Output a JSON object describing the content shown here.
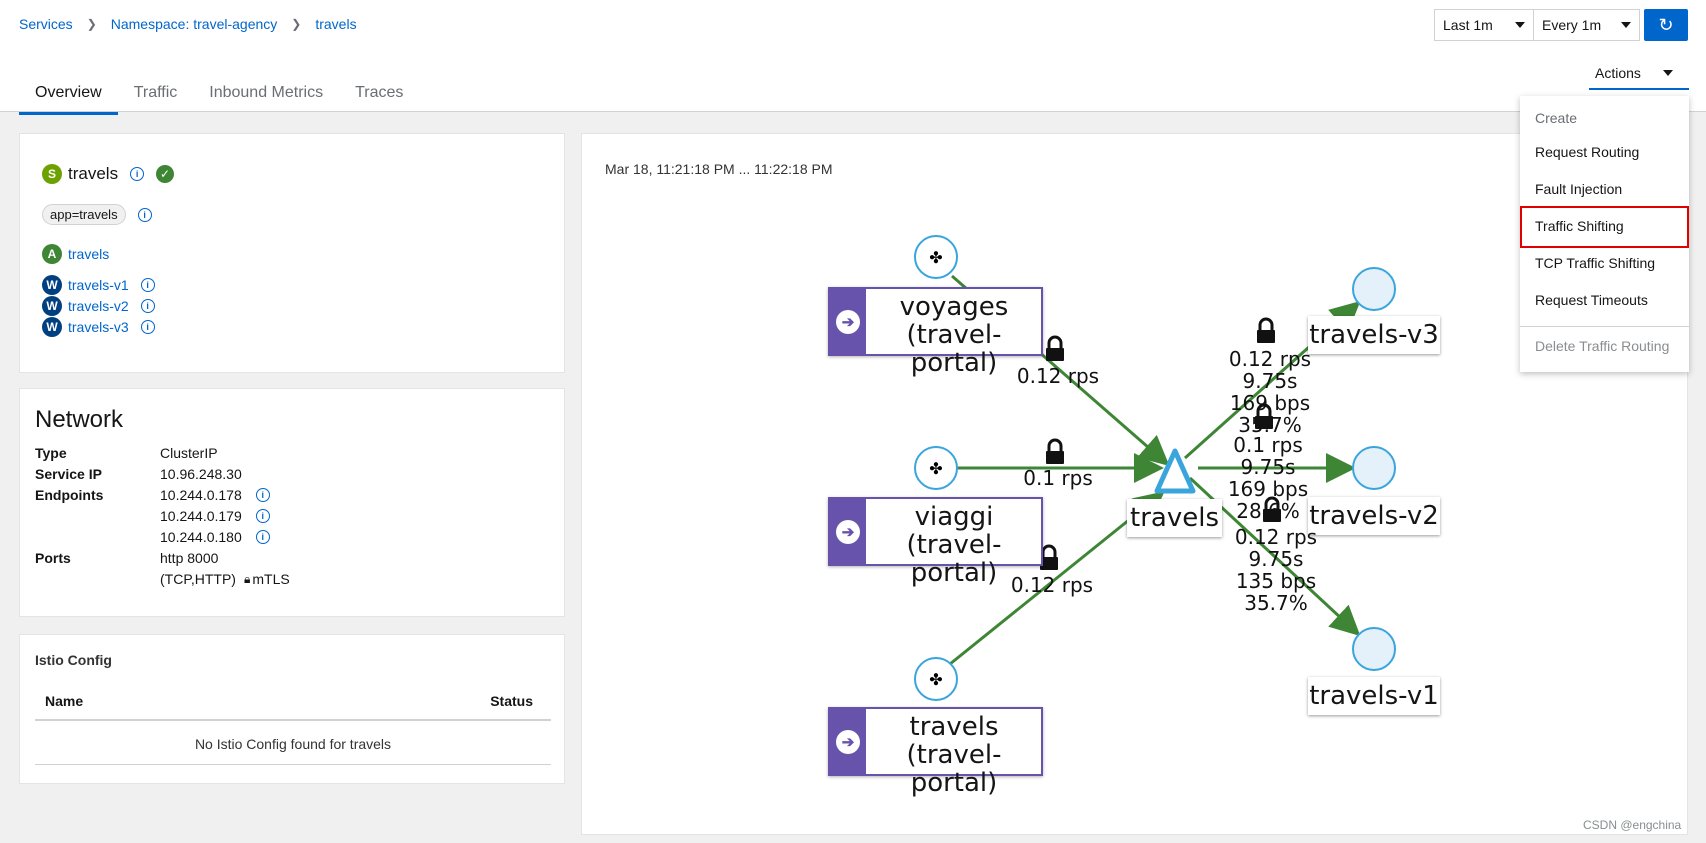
{
  "breadcrumb": [
    "Services",
    "Namespace: travel-agency",
    "travels"
  ],
  "toolbar": {
    "duration": "Last 1m",
    "refresh_interval": "Every 1m",
    "actions_label": "Actions"
  },
  "tabs": [
    "Overview",
    "Traffic",
    "Inbound Metrics",
    "Traces"
  ],
  "service": {
    "badge": "S",
    "name": "travels",
    "label_chip": "app=travels",
    "app": {
      "badge": "A",
      "name": "travels"
    },
    "workloads": [
      {
        "badge": "W",
        "name": "travels-v1"
      },
      {
        "badge": "W",
        "name": "travels-v2"
      },
      {
        "badge": "W",
        "name": "travels-v3"
      }
    ]
  },
  "network": {
    "title": "Network",
    "type_label": "Type",
    "type_value": "ClusterIP",
    "ip_label": "Service IP",
    "ip_value": "10.96.248.30",
    "endpoints_label": "Endpoints",
    "endpoints": [
      "10.244.0.178",
      "10.244.0.179",
      "10.244.0.180"
    ],
    "ports_label": "Ports",
    "port_line1": "http 8000",
    "port_line2": "(TCP,HTTP)",
    "mtls": "mTLS"
  },
  "istio": {
    "title": "Istio Config",
    "col_name": "Name",
    "col_status": "Status",
    "empty": "No Istio Config found for travels"
  },
  "graph": {
    "time_range": "Mar 18, 11:21:18 PM ... 11:22:18 PM",
    "nodes": {
      "voyages_1": "voyages",
      "voyages_2": "(travel-portal)",
      "viaggi_1": "viaggi",
      "viaggi_2": "(travel-portal)",
      "travels_src_1": "travels",
      "travels_src_2": "(travel-portal)",
      "service": "travels",
      "v3": "travels-v3",
      "v2": "travels-v2",
      "v1": "travels-v1"
    },
    "edges": {
      "voyages": "0.12 rps",
      "viaggi": "0.1 rps",
      "travels_src": "0.12 rps",
      "v3": [
        "0.12 rps",
        "9.75s",
        "169 bps",
        "35.7%"
      ],
      "v2": [
        "0.1 rps",
        "9.75s",
        "169 bps",
        "28.6%"
      ],
      "v1": [
        "0.12 rps",
        "9.75s",
        "135 bps",
        "35.7%"
      ]
    }
  },
  "actions_menu": {
    "header": "Create",
    "items": [
      "Request Routing",
      "Fault Injection",
      "Traffic Shifting",
      "TCP Traffic Shifting",
      "Request Timeouts"
    ],
    "delete": "Delete Traffic Routing"
  },
  "watermark": "CSDN @engchina",
  "colors": {
    "accent": "#0066cc",
    "edge": "#3e8635",
    "node_purple": "#6753ac",
    "highlight": "#e10000"
  }
}
